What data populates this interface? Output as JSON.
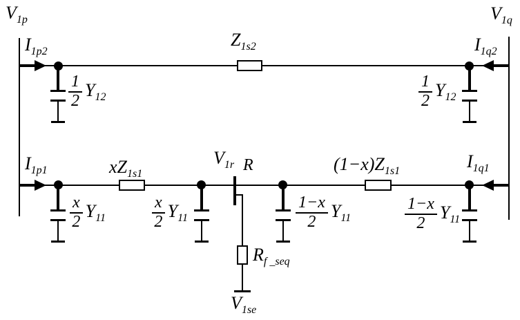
{
  "colors": {
    "ink": "#000000",
    "background": "#ffffff"
  },
  "labels": {
    "v1p": {
      "main": "V",
      "sub": "1p"
    },
    "v1q": {
      "main": "V",
      "sub": "1q"
    },
    "i1p2": {
      "main": "I",
      "sub": "1p2"
    },
    "i1q2": {
      "main": "I",
      "sub": "1q2"
    },
    "i1p1": {
      "main": "I",
      "sub": "1p1"
    },
    "i1q1": {
      "main": "I",
      "sub": "1q1"
    },
    "z1s2": {
      "main": "Z",
      "sub": "1s2"
    },
    "xz1s1": {
      "main": "xZ",
      "sub": "1s1"
    },
    "one_minus_x_z1s1": {
      "main": "(1−x)Z",
      "sub": "1s1"
    },
    "v1r": {
      "main": "V",
      "sub": "1r"
    },
    "r_point": {
      "main": "R"
    },
    "rf_seq": {
      "main": "R",
      "sub": "f _seq"
    },
    "v1se": {
      "main": "V",
      "sub": "1se"
    },
    "half_y12": {
      "num": "1",
      "den": "2",
      "sym": "Y",
      "sub": "12"
    },
    "x_half_y11": {
      "num": "x",
      "den": "2",
      "sym": "Y",
      "sub": "11"
    },
    "one_minus_x_half_y11": {
      "num": "1−x",
      "den": "2",
      "sym": "Y",
      "sub": "11"
    }
  }
}
